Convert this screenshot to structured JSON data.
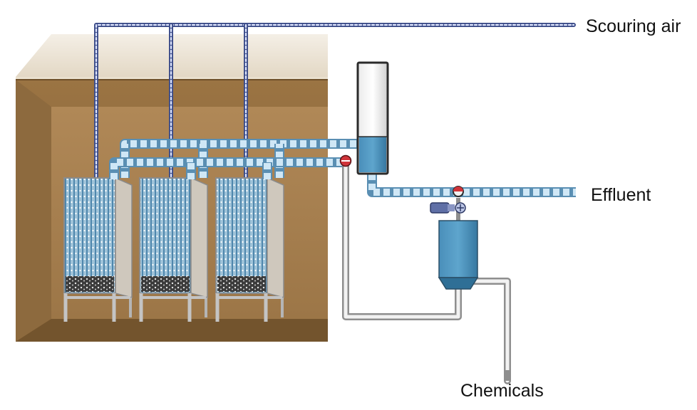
{
  "labels": {
    "scouring_air": "Scouring air",
    "effluent": "Effluent",
    "chemicals": "Chemicals"
  },
  "colors": {
    "tank_outer": "#8c6a3d",
    "tank_inner": "#a98150",
    "tank_rim": "#ede6d7",
    "liquid_blue": "#3f86b0",
    "pipe_light": "#d7ecf8",
    "pipe_dark": "#5c9bc4",
    "air_line": "#4d5d9a",
    "frame_grey": "#c9c9c9",
    "valve_red": "#d0343a"
  },
  "components": {
    "membrane_modules": 3,
    "valves": 2
  }
}
